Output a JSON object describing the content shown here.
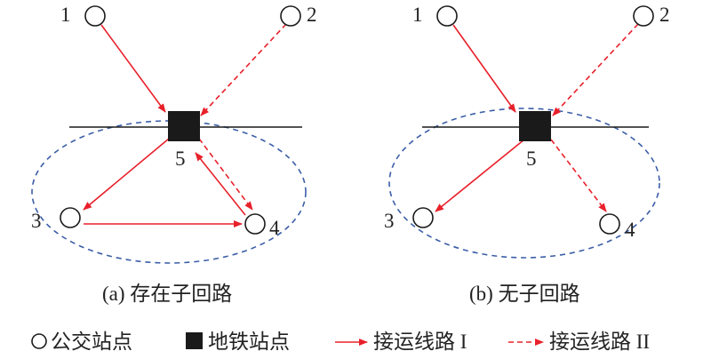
{
  "panel_a": {
    "caption": "(a) 存在子回路",
    "labels": {
      "n1": "1",
      "n2": "2",
      "n3": "3",
      "n4": "4",
      "n5": "5"
    }
  },
  "panel_b": {
    "caption": "(b) 无子回路",
    "labels": {
      "n1": "1",
      "n2": "2",
      "n3": "3",
      "n4": "4",
      "n5": "5"
    }
  },
  "legend": {
    "bus_stop": "公交站点",
    "metro_station": "地铁站点",
    "route_1": "接运线路 I",
    "route_2": "接运线路 II"
  },
  "colors": {
    "route_red": "#e8202a",
    "ellipse_blue": "#3b5ea8",
    "node_black": "#1a1a1a"
  }
}
